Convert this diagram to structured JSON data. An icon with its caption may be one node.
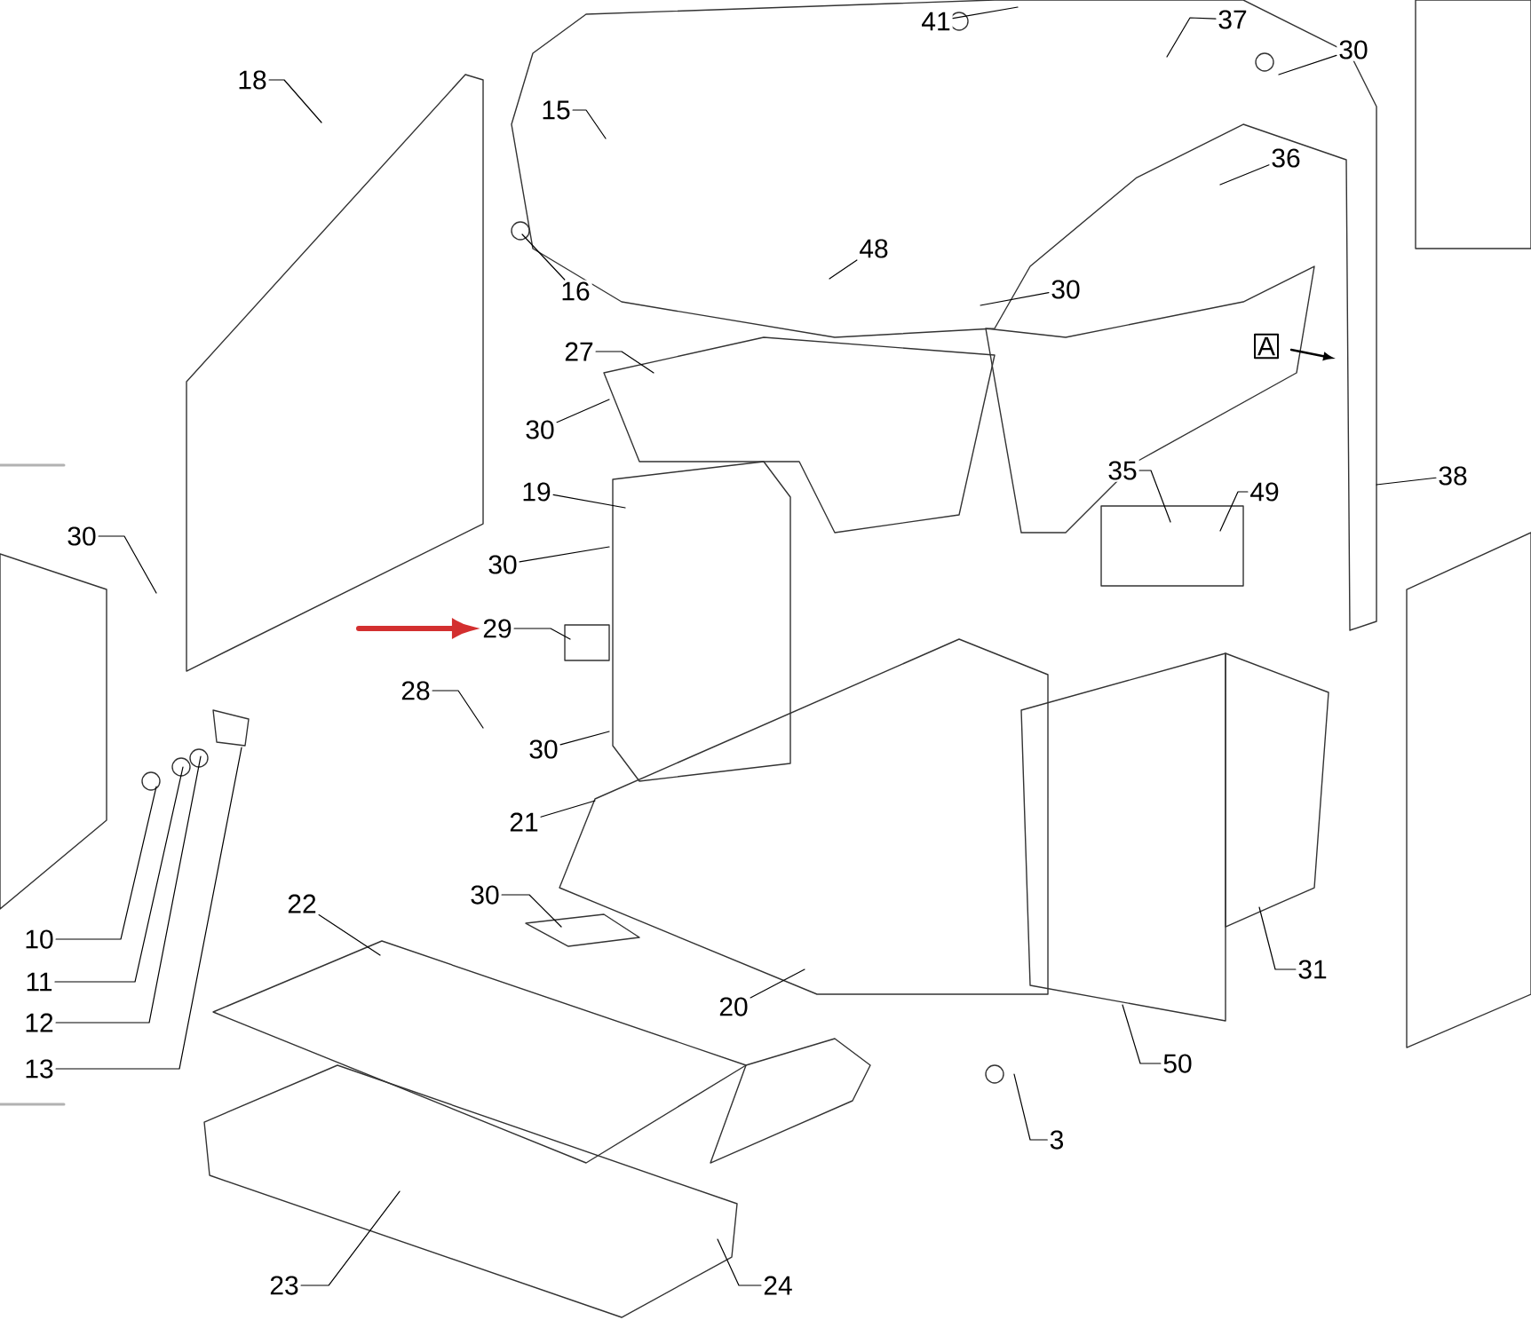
{
  "diagram": {
    "nodes": [
      {
        "text": [
          "41"
        ]
      },
      {
        "text": [
          "37"
        ]
      },
      {
        "text": [
          "30"
        ]
      },
      {
        "text": [
          "18"
        ]
      },
      {
        "text": [
          "15"
        ]
      },
      {
        "text": [
          "36"
        ]
      },
      {
        "text": [
          "48"
        ]
      },
      {
        "text": [
          "16"
        ]
      },
      {
        "text": [
          "30"
        ]
      },
      {
        "text": [
          "27"
        ]
      },
      {
        "text": [
          "A"
        ]
      },
      {
        "text": [
          "30"
        ]
      },
      {
        "text": [
          "35"
        ]
      },
      {
        "text": [
          "49"
        ]
      },
      {
        "text": [
          "38"
        ]
      },
      {
        "text": [
          "19"
        ]
      },
      {
        "text": [
          "30"
        ]
      },
      {
        "text": [
          "30"
        ]
      },
      {
        "text": [
          "29"
        ]
      },
      {
        "text": [
          "28"
        ]
      },
      {
        "text": [
          "30"
        ]
      },
      {
        "text": [
          "21"
        ]
      },
      {
        "text": [
          "22"
        ]
      },
      {
        "text": [
          "30"
        ]
      },
      {
        "text": [
          "10"
        ]
      },
      {
        "text": [
          "11"
        ]
      },
      {
        "text": [
          "20"
        ]
      },
      {
        "text": [
          "31"
        ]
      },
      {
        "text": [
          "12"
        ]
      },
      {
        "text": [
          "50"
        ]
      },
      {
        "text": [
          "13"
        ]
      },
      {
        "text": [
          "3"
        ]
      },
      {
        "text": [
          "23"
        ]
      },
      {
        "text": [
          "24"
        ]
      }
    ],
    "edges": [
      {
        "from": 0,
        "to": null,
        "arrow": "none"
      },
      {
        "from": 1,
        "to": null,
        "arrow": "none"
      },
      {
        "from": 2,
        "to": null,
        "arrow": "none"
      },
      {
        "from": 3,
        "to": null,
        "arrow": "none"
      },
      {
        "from": 4,
        "to": null,
        "arrow": "none"
      },
      {
        "from": 5,
        "to": null,
        "arrow": "none"
      },
      {
        "from": 6,
        "to": null,
        "arrow": "none"
      },
      {
        "from": 7,
        "to": null,
        "arrow": "none"
      },
      {
        "from": 8,
        "to": null,
        "arrow": "none"
      },
      {
        "from": 9,
        "to": null,
        "arrow": "none"
      },
      {
        "from": 11,
        "to": null,
        "arrow": "none"
      },
      {
        "from": 12,
        "to": null,
        "arrow": "none"
      },
      {
        "from": 13,
        "to": null,
        "arrow": "none"
      },
      {
        "from": 14,
        "to": null,
        "arrow": "none"
      },
      {
        "from": 15,
        "to": null,
        "arrow": "none"
      },
      {
        "from": 16,
        "to": null,
        "arrow": "none"
      },
      {
        "from": 17,
        "to": null,
        "arrow": "none"
      },
      {
        "from": 18,
        "to": null,
        "arrow": "none"
      },
      {
        "from": 19,
        "to": null,
        "arrow": "none"
      },
      {
        "from": 20,
        "to": null,
        "arrow": "none"
      },
      {
        "from": 21,
        "to": null,
        "arrow": "none"
      },
      {
        "from": 22,
        "to": null,
        "arrow": "none"
      },
      {
        "from": 23,
        "to": null,
        "arrow": "none"
      },
      {
        "from": 24,
        "to": null,
        "arrow": "none"
      },
      {
        "from": 25,
        "to": null,
        "arrow": "none"
      },
      {
        "from": 26,
        "to": null,
        "arrow": "none"
      },
      {
        "from": 27,
        "to": null,
        "arrow": "none"
      },
      {
        "from": 28,
        "to": null,
        "arrow": "none"
      },
      {
        "from": 29,
        "to": null,
        "arrow": "none"
      },
      {
        "from": 30,
        "to": null,
        "arrow": "none"
      },
      {
        "from": 31,
        "to": null,
        "arrow": "none"
      },
      {
        "from": 32,
        "to": null,
        "arrow": "none"
      },
      {
        "from": 33,
        "to": null,
        "arrow": "none"
      },
      {
        "from": null,
        "to": 18,
        "arrow": "to",
        "style": "thick",
        "color": "#d32f2f"
      }
    ]
  }
}
